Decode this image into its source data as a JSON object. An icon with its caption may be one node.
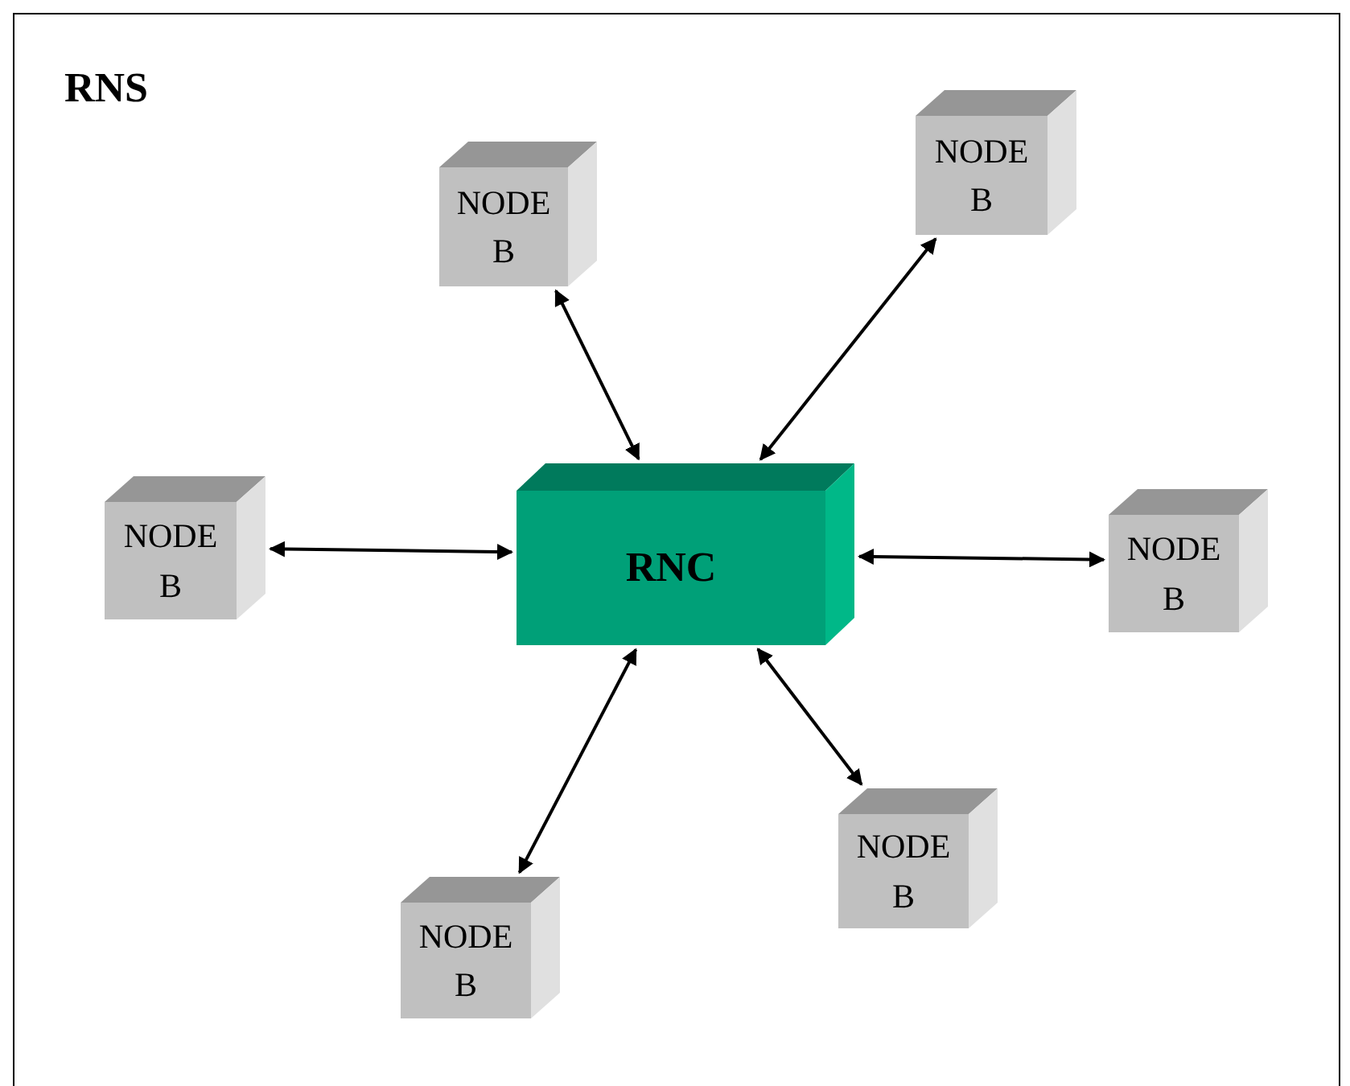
{
  "diagram": {
    "nodes": [
      {
        "text": [
          "RNS"
        ]
      },
      {
        "text": [
          "NODE B"
        ],
        "in": 0
      },
      {
        "text": [
          "NODE B"
        ],
        "in": 0
      },
      {
        "text": [
          "NODE B"
        ],
        "in": 0
      },
      {
        "text": [
          "RNC"
        ],
        "in": 0
      },
      {
        "text": [
          "NODE B"
        ],
        "in": 0
      },
      {
        "text": [
          "NODE B"
        ],
        "in": 0
      },
      {
        "text": [
          "NODE B"
        ],
        "in": 0
      }
    ],
    "edges": [
      {
        "from": 1,
        "to": 4,
        "arrow": "both"
      },
      {
        "from": 2,
        "to": 4,
        "arrow": "both"
      },
      {
        "from": 3,
        "to": 4,
        "arrow": "both"
      },
      {
        "from": 4,
        "to": 5,
        "arrow": "both"
      },
      {
        "from": 4,
        "to": 6,
        "arrow": "both"
      },
      {
        "from": 4,
        "to": 7,
        "arrow": "both"
      }
    ]
  }
}
